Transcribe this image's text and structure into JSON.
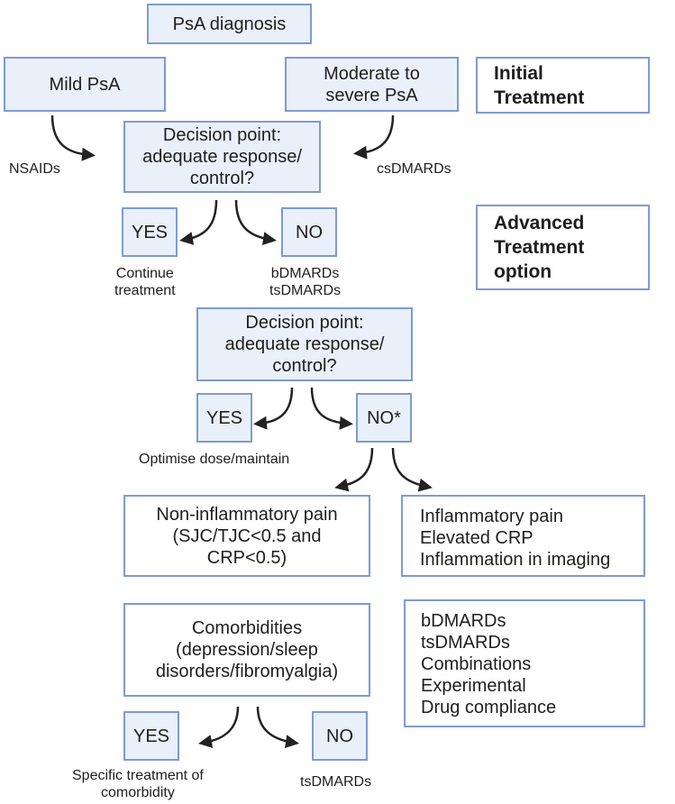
{
  "boxes": {
    "psa_diagnosis": "PsA diagnosis",
    "mild_psa": "Mild PsA",
    "moderate_severe": "Moderate to\nsevere PsA",
    "initial_treatment": "Initial\nTreatment",
    "decision_1": "Decision point:\nadequate response/\ncontrol?",
    "yes_1": "YES",
    "no_1": "NO",
    "advanced_treatment": "Advanced\nTreatment\noption",
    "decision_2": "Decision point:\nadequate response/\ncontrol?",
    "yes_2": "YES",
    "no_2": "NO*",
    "non_inflammatory": "Non-inflammatory pain\n(SJC/TJC<0.5 and\nCRP<0.5)",
    "inflammatory": "Inflammatory pain\nElevated CRP\nInflammation in imaging",
    "comorbidities": "Comorbidities\n(depression/sleep\ndisorders/fibromyalgia)",
    "advanced_options": "bDMARDs\ntsDMARDs\nCombinations\nExperimental\nDrug compliance",
    "yes_3": "YES",
    "no_3": "NO"
  },
  "labels": {
    "nsaids": "NSAIDs",
    "csdmards": "csDMARDs",
    "continue_treatment": "Continue\ntreatment",
    "bdmards_tsdmards": "bDMARDs\ntsDMARDs",
    "optimise": "Optimise dose/maintain",
    "specific_treatment": "Specific treatment of\ncomorbidity",
    "tsdmards": "tsDMARDs"
  },
  "colors": {
    "box_fill": "#e9f0fa",
    "box_border": "#7d9bd0",
    "arrow": "#222222"
  }
}
